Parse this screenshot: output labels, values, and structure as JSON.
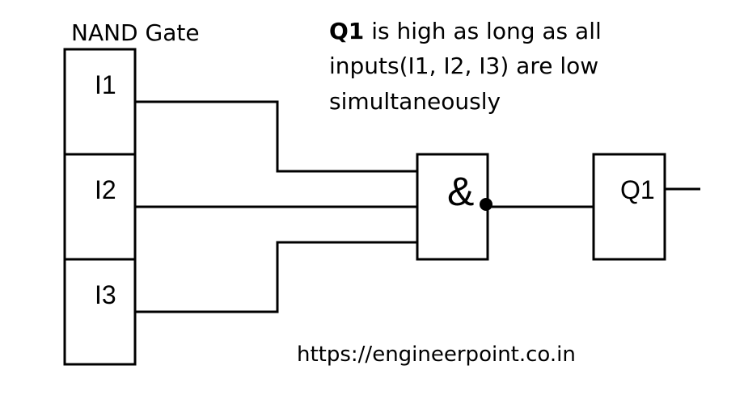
{
  "title": "NAND Gate",
  "inputs": [
    "I1",
    "I2",
    "I3"
  ],
  "gate_symbol": "&",
  "output_label": "Q1",
  "description": {
    "bold": "Q1",
    "line1_rest": " is high as long as all",
    "line2": "inputs(I1, I2, I3) are low",
    "line3": "simultaneously"
  },
  "url": "https://engineerpoint.co.in",
  "colors": {
    "line": "#000000",
    "background": "#ffffff"
  }
}
